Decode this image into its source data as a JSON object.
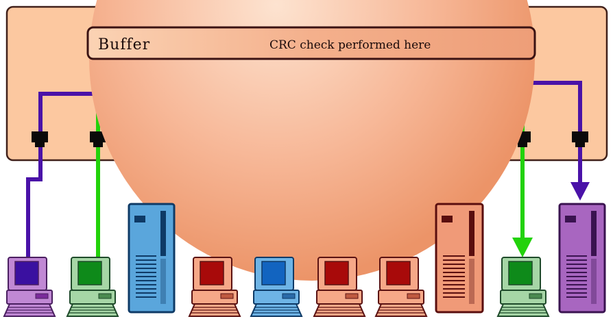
{
  "diagram": {
    "buffer_label": "Buffer",
    "crc_label": "CRC check performed here"
  },
  "colors": {
    "switch_fill": "#fcc8a0",
    "switch_stroke": "#40201a",
    "bubble_center": "#fde0cc",
    "bubble_edge": "#ef9a70",
    "link_purple": "#4a12a8",
    "link_green": "#22d20a",
    "port": "#0a0a0a",
    "cable": "#111111"
  },
  "devices": [
    {
      "kind": "workstation",
      "theme": "purple"
    },
    {
      "kind": "workstation",
      "theme": "green"
    },
    {
      "kind": "server",
      "theme": "blue"
    },
    {
      "kind": "workstation",
      "theme": "red"
    },
    {
      "kind": "workstation",
      "theme": "blue"
    },
    {
      "kind": "workstation",
      "theme": "red"
    },
    {
      "kind": "workstation",
      "theme": "red"
    },
    {
      "kind": "server",
      "theme": "red"
    },
    {
      "kind": "workstation",
      "theme": "green"
    },
    {
      "kind": "server",
      "theme": "purple"
    }
  ]
}
